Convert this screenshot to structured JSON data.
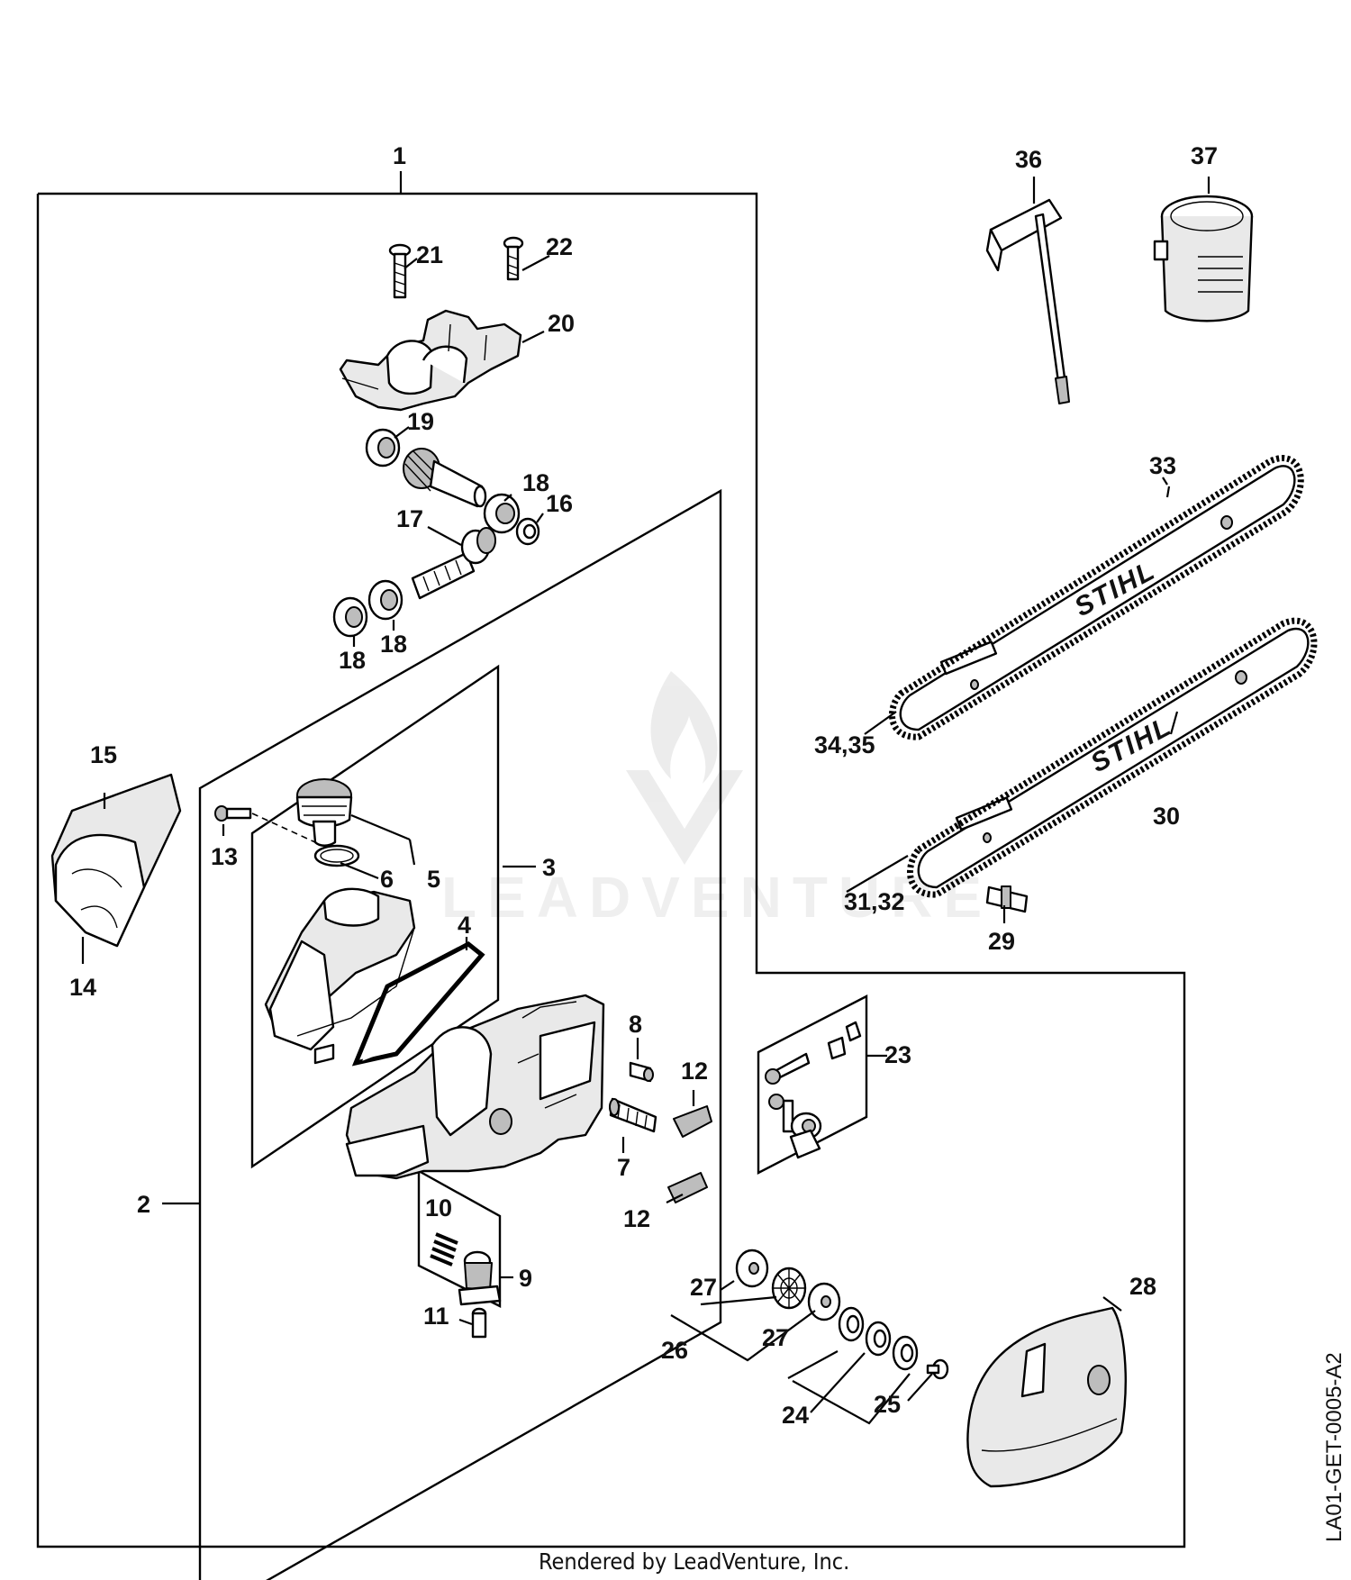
{
  "callouts": {
    "c1": "1",
    "c2": "2",
    "c3": "3",
    "c4": "4",
    "c5": "5",
    "c6": "6",
    "c7": "7",
    "c8": "8",
    "c9": "9",
    "c10": "10",
    "c11": "11",
    "c12a": "12",
    "c12b": "12",
    "c13": "13",
    "c14": "14",
    "c15": "15",
    "c16": "16",
    "c17": "17",
    "c18a": "18",
    "c18b": "18",
    "c18c": "18",
    "c19": "19",
    "c20": "20",
    "c21": "21",
    "c22": "22",
    "c23": "23",
    "c24": "24",
    "c25": "25",
    "c26": "26",
    "c27a": "27",
    "c27b": "27",
    "c28": "28",
    "c29": "29",
    "c30": "30",
    "c3132": "31,32",
    "c33": "33",
    "c3435": "34,35",
    "c36": "36",
    "c37": "37"
  },
  "bar_brand_top": "STIHL",
  "bar_brand_bottom": "STIHL",
  "watermark": "LEADVENTURE",
  "footer": "Rendered by LeadVenture, Inc.",
  "diagram_code": "LA01-GET-0005-A2"
}
